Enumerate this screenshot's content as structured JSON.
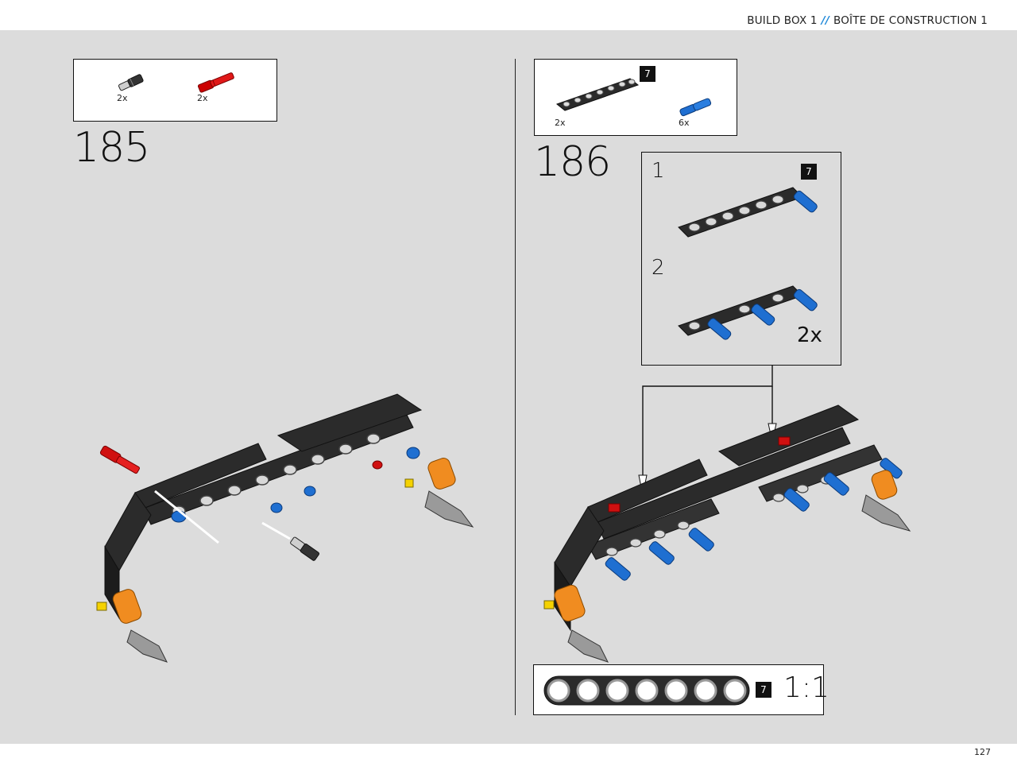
{
  "header": {
    "left": "BUILD BOX 1",
    "separator": "//",
    "right": "BOÎTE DE CONSTRUCTION 1"
  },
  "page_number": "127",
  "steps": [
    {
      "number": "185",
      "parts": [
        {
          "name": "axle-pin-connector",
          "color": "#333333",
          "qty": "2x"
        },
        {
          "name": "red-axle-pin",
          "color": "#d01010",
          "qty": "2x"
        }
      ]
    },
    {
      "number": "186",
      "parts": [
        {
          "name": "beam-7",
          "color": "#2a2a2a",
          "qty": "2x",
          "length": "7"
        },
        {
          "name": "blue-friction-pin",
          "color": "#1f6fd1",
          "qty": "6x"
        }
      ],
      "substeps": [
        {
          "number": "1",
          "length": "7"
        },
        {
          "number": "2",
          "multiplier": "2x"
        }
      ]
    }
  ],
  "scale": {
    "length": "7",
    "ratio": "1:1"
  },
  "colors": {
    "page_bg": "#dcdcdc",
    "beam": "#2a2a2a",
    "blue_pin": "#1f6fd1",
    "red_pin": "#d01010",
    "orange": "#f08c20",
    "accent": "#1e88d8"
  }
}
